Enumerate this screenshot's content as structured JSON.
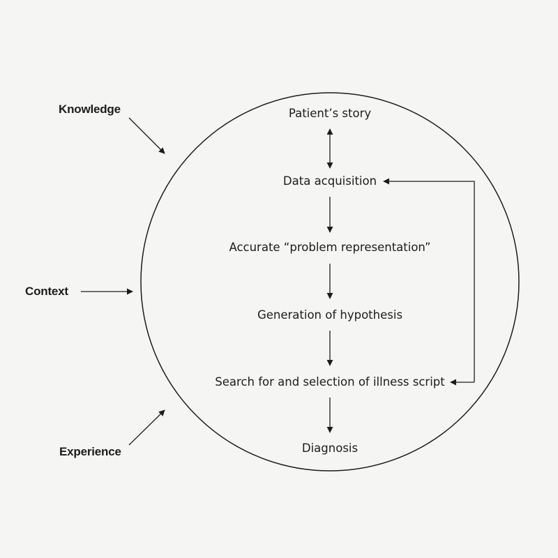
{
  "diagram": {
    "inputs": {
      "knowledge": "Knowledge",
      "context": "Context",
      "experience": "Experience"
    },
    "steps": {
      "patient_story": "Patient’s story",
      "data_acquisition": "Data acquisition",
      "problem_representation": "Accurate “problem representation”",
      "hypothesis": "Generation of hypothesis",
      "illness_script": "Search for and selection of illness script",
      "diagnosis": "Diagnosis"
    }
  }
}
